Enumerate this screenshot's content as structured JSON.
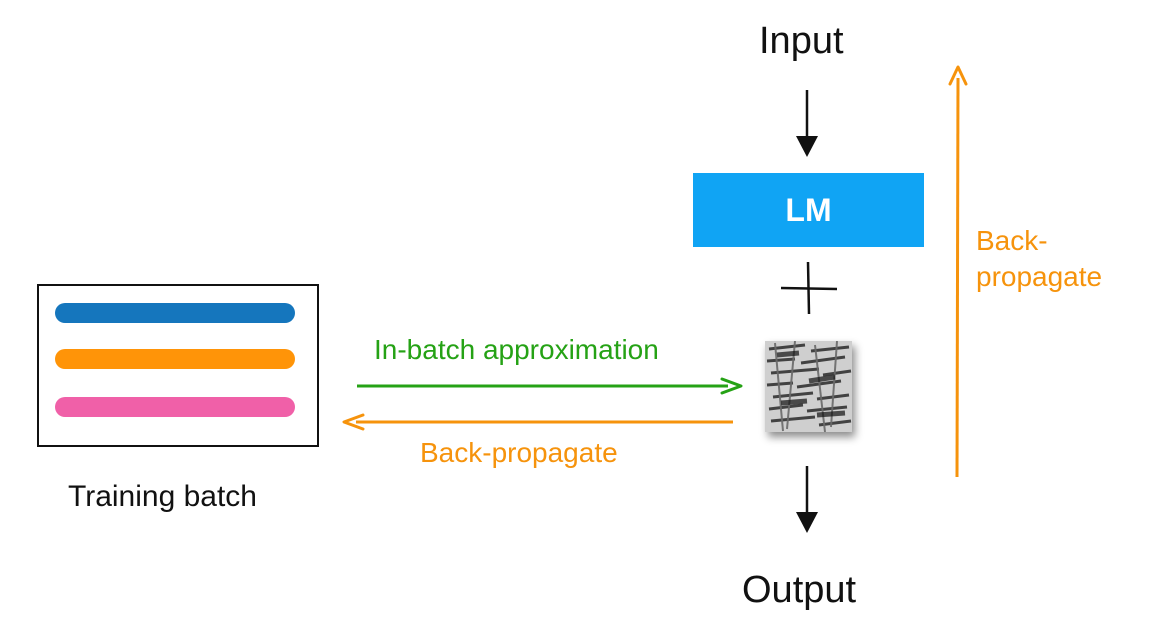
{
  "labels": {
    "input": "Input",
    "output": "Output",
    "lm": "LM",
    "training_batch": "Training batch",
    "in_batch_approximation": "In-batch approximation",
    "back_propagate_bottom": "Back-propagate",
    "back_propagate_right_line1": "Back-",
    "back_propagate_right_line2": "propagate"
  },
  "colors": {
    "lm_box": "#10a4f4",
    "green": "#25a215",
    "orange": "#f6930c",
    "batch_row_blue": "#1576bd",
    "batch_row_orange": "#ff9408",
    "batch_row_pink": "#f060a8",
    "arrow_black": "#111111"
  },
  "icons": {
    "plus": "plus-icon",
    "retrieval_documents": "documents-collage-icon"
  }
}
